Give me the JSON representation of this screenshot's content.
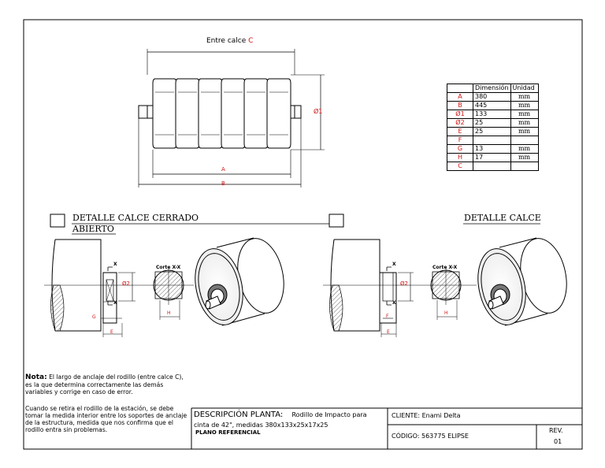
{
  "main_view": {
    "title_prefix": "Entre calce",
    "title_letter": "C",
    "dim_phi1": "Ø1",
    "dim_A": "A",
    "dim_B": "B"
  },
  "dimension_table": {
    "headers": [
      "",
      "Dimensión",
      "Unidad"
    ],
    "rows": [
      {
        "key": "A",
        "value": "380",
        "unit": "mm"
      },
      {
        "key": "B",
        "value": "445",
        "unit": "mm"
      },
      {
        "key": "Ø1",
        "value": "133",
        "unit": "mm"
      },
      {
        "key": "Ø2",
        "value": "25",
        "unit": "mm"
      },
      {
        "key": "E",
        "value": "25",
        "unit": "mm"
      },
      {
        "key": "F",
        "value": "",
        "unit": ""
      },
      {
        "key": "G",
        "value": "13",
        "unit": "mm"
      },
      {
        "key": "H",
        "value": "17",
        "unit": "mm"
      },
      {
        "key": "C",
        "value": "",
        "unit": ""
      }
    ]
  },
  "detail_left": {
    "title_line1": "DETALLE CALCE CERRADO",
    "title_line2": "ABIERTO",
    "labels": {
      "x_top": "X",
      "x_bottom": "X",
      "phi2": "Ø2",
      "G": "G",
      "E": "E",
      "corte": "Corte X-X",
      "H": "H"
    }
  },
  "detail_right": {
    "title": "DETALLE CALCE",
    "labels": {
      "x_top": "X",
      "x_bottom": "X",
      "phi2": "Ø2",
      "F": "F",
      "E": "E",
      "corte": "Corte X-X",
      "H": "H"
    }
  },
  "notes": {
    "nota_label": "Nota:",
    "nota_text": "El largo de anclaje del rodillo (entre calce C), es la que determina correctamente las demás variables y corrige en caso de error.",
    "second_text": "Cuando se retira el rodillo de la estación, se debe tomar la medida interior entre los soportes de anclaje de la estructura, medida que nos confirma que el rodillo entra sin problemas."
  },
  "title_block": {
    "descripcion_label": "DESCRIPCIÓN PLANTA:",
    "descripcion_value": "Rodillo de Impacto para",
    "descripcion_line2": "cinta de 42\", medidas 380x133x25x17x25",
    "plano": "PLANO REFERENCIAL",
    "cliente": "CLIENTE: Enami Delta",
    "codigo": "CÓDIGO: 563775 ELIPSE",
    "rev_label": "REV.",
    "rev_value": "01"
  },
  "colors": {
    "accent": "#d01010",
    "line": "#000000",
    "hatch": "#555555"
  }
}
